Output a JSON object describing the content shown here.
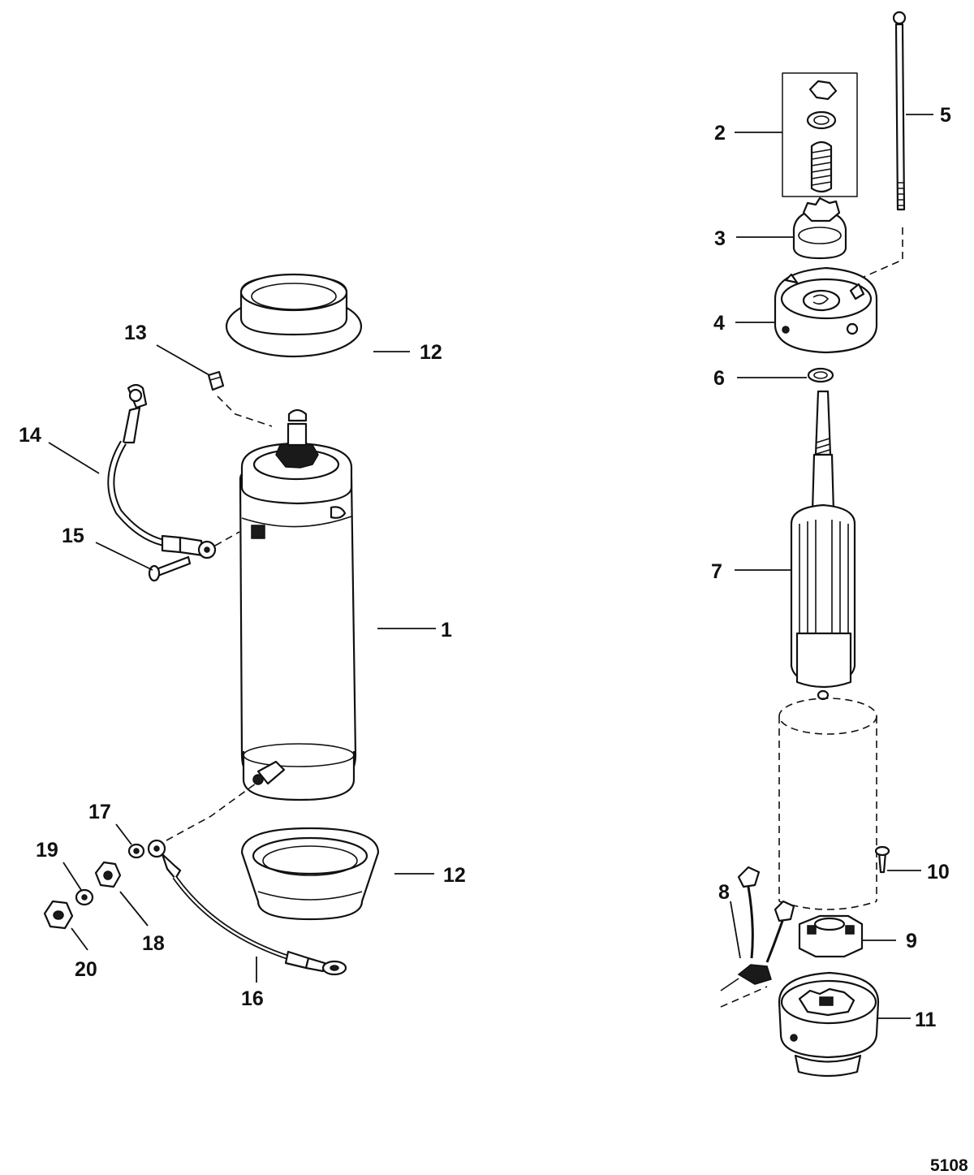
{
  "callouts": {
    "c1": "1",
    "c2": "2",
    "c3": "3",
    "c4": "4",
    "c5": "5",
    "c6": "6",
    "c7": "7",
    "c8": "8",
    "c9": "9",
    "c10": "10",
    "c11": "11",
    "c12a": "12",
    "c12b": "12",
    "c13": "13",
    "c14": "14",
    "c15": "15",
    "c16": "16",
    "c17": "17",
    "c18": "18",
    "c19": "19",
    "c20": "20"
  },
  "figure_number": "5108"
}
